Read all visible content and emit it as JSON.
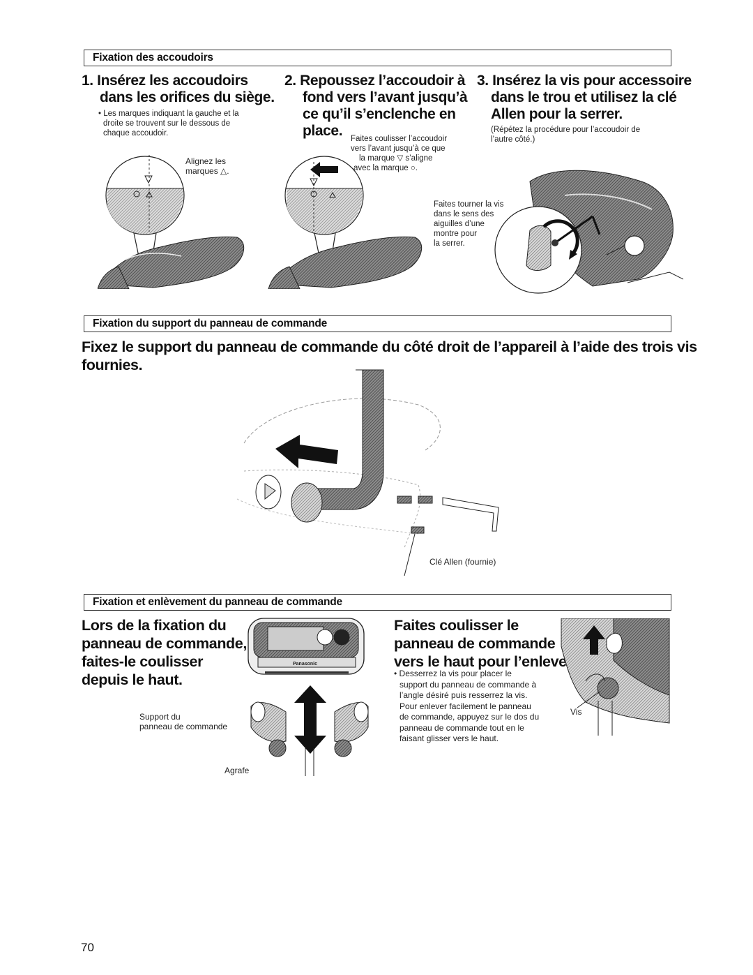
{
  "section1": {
    "title": "Fixation des accoudoirs",
    "step1": {
      "title_lines": [
        "1. Insérez les accoudoirs",
        "dans les orifices du siège."
      ],
      "note_lines": [
        "• Les marques indiquant la gauche et la",
        "droite se trouvent sur le dessous de",
        "chaque accoudoir."
      ],
      "callout_lines": [
        "Alignez les",
        "marques △."
      ]
    },
    "step2": {
      "title_lines": [
        "2. Repoussez l’accoudoir à",
        "fond vers l’avant jusqu’à",
        "ce qu’il s’enclenche en",
        "place."
      ],
      "note_lines": [
        "Faites coulisser l’accoudoir",
        "vers l’avant jusqu’à ce que",
        "la marque ▽ s’aligne",
        "avec la marque ○."
      ]
    },
    "step3": {
      "title_lines": [
        "3. Insérez la vis pour accessoire",
        "dans le trou et utilisez la clé",
        "Allen pour la serrer."
      ],
      "note_lines": [
        "(Répétez la procédure pour l’accoudoir de",
        "l’autre côté.)"
      ],
      "callout_lines": [
        "Faites tourner la vis",
        "dans le sens des",
        "aiguilles d’une",
        "montre pour",
        "la serrer."
      ]
    }
  },
  "section2": {
    "title": "Fixation du support du panneau de commande",
    "heading_lines": [
      "Fixez le support du panneau de commande du côté droit de l’appareil à l’aide des trois vis",
      "fournies."
    ],
    "callout": "Clé Allen (fournie)"
  },
  "section3": {
    "title": "Fixation et enlèvement du panneau de commande",
    "left_heading_lines": [
      "Lors de la fixation du",
      "panneau de commande,",
      "faites-le coulisser",
      "depuis le haut."
    ],
    "support_label_lines": [
      "Support du",
      "panneau de commande"
    ],
    "clip_label": "Agrafe",
    "panel_brand": "Panasonic",
    "right_heading_lines": [
      "Faites coulisser le",
      "panneau de commande",
      "vers le haut pour l’enlever."
    ],
    "right_note_lines": [
      "• Desserrez la vis pour placer le",
      "support du panneau de commande à",
      "l’angle désiré puis resserrez la vis.",
      "Pour enlever facilement le panneau",
      "de commande, appuyez sur le dos du",
      "panneau de commande tout en le",
      "faisant glisser vers le haut."
    ],
    "screw_label": "Vis"
  },
  "page_number": "70"
}
